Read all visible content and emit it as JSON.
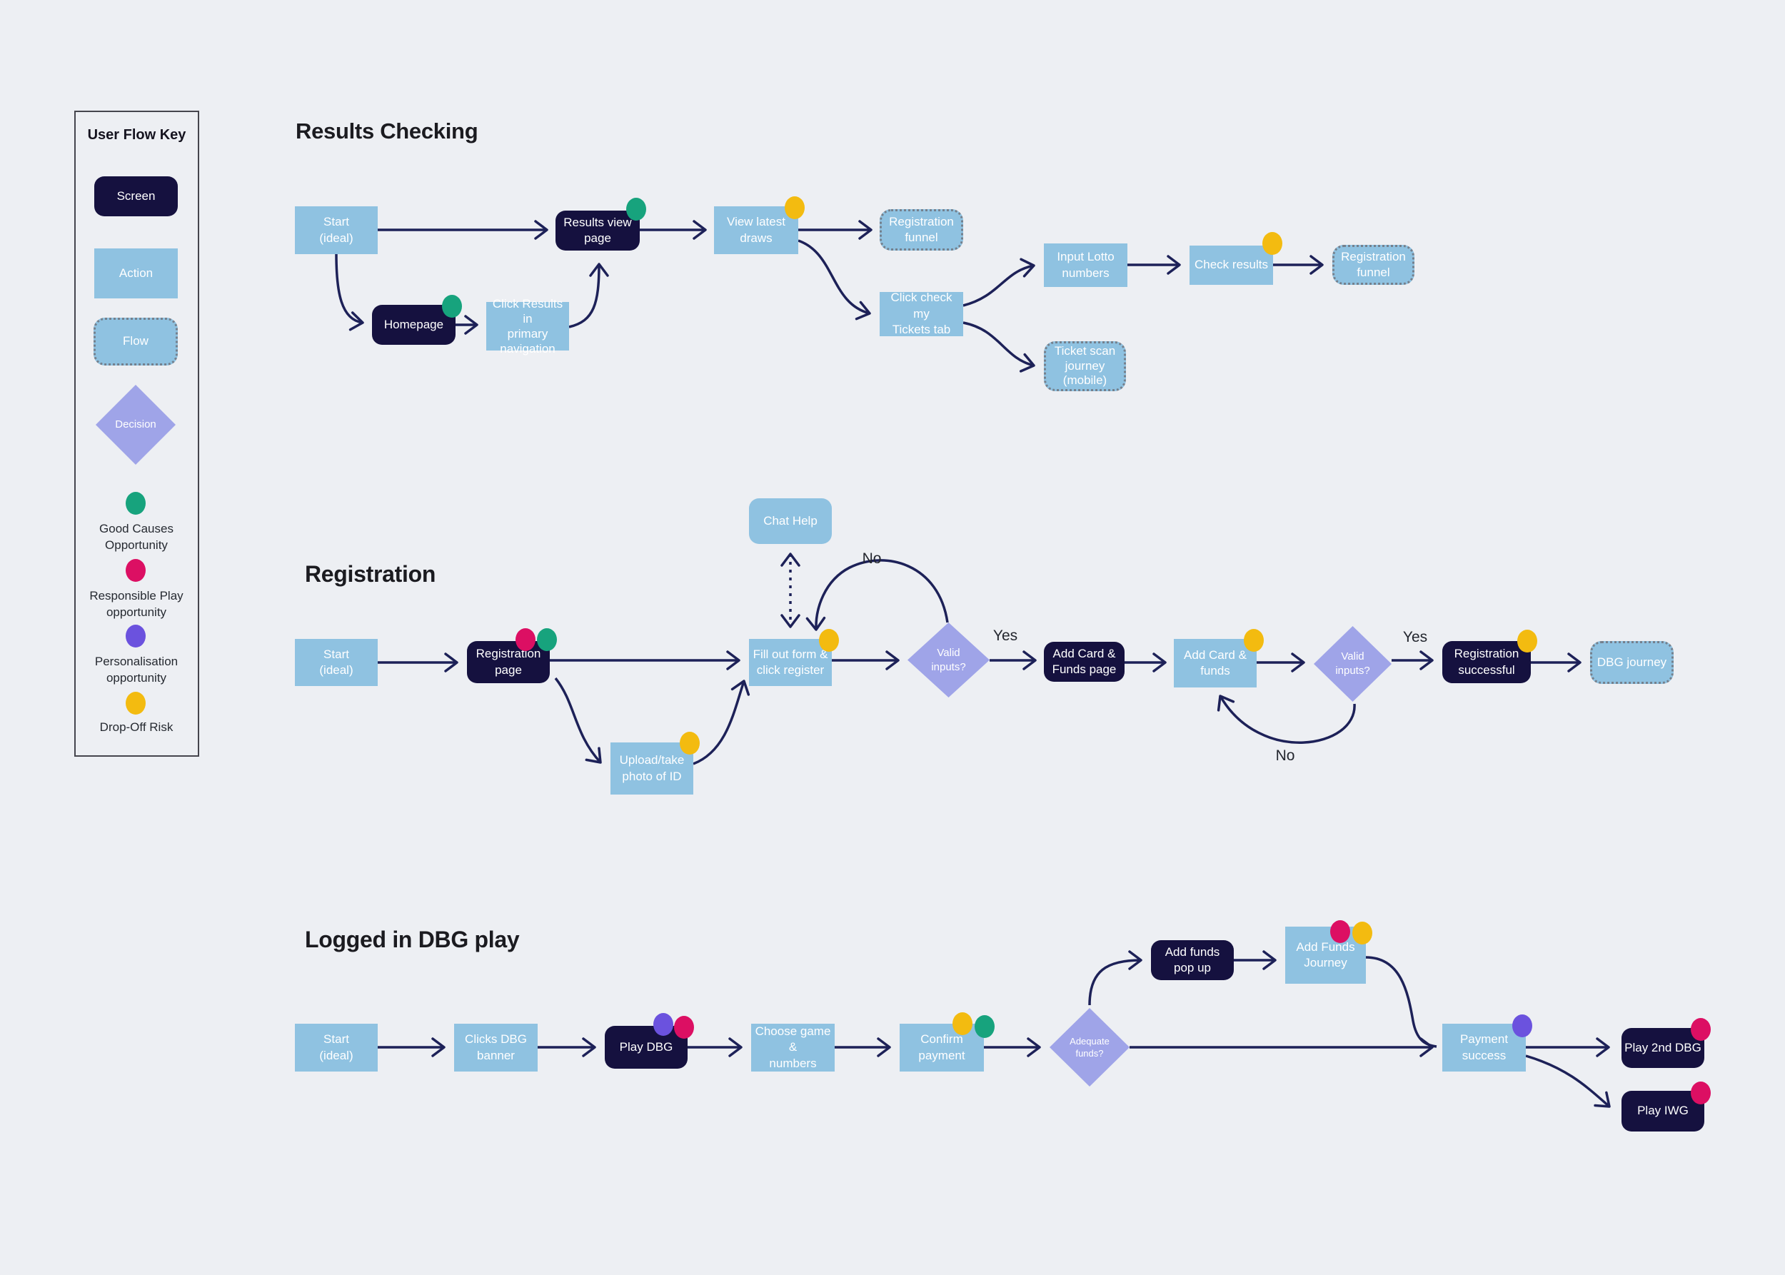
{
  "colors": {
    "background": "#edeff3",
    "screen_fill": "#15113f",
    "action_fill": "#8fc2e1",
    "decision_fill": "#9fa4e8",
    "connector": "#1d2158",
    "good_causes_dot": "#17a37d",
    "responsible_play_dot": "#dc0f63",
    "personalisation_dot": "#6b52de",
    "drop_off_dot": "#f3bb10"
  },
  "legend": {
    "title": "User Flow Key",
    "shapes": {
      "screen": "Screen",
      "action": "Action",
      "flow": "Flow",
      "decision": "Decision"
    },
    "dots": [
      {
        "id": "good-causes",
        "label": "Good Causes\nOpportunity"
      },
      {
        "id": "responsible-play",
        "label": "Responsible Play\nopportunity"
      },
      {
        "id": "personalisation",
        "label": "Personalisation\nopportunity"
      },
      {
        "id": "drop-off",
        "label": "Drop-Off Risk"
      }
    ]
  },
  "flows": {
    "results_checking": {
      "title": "Results Checking",
      "nodes": {
        "start": "Start\n(ideal)",
        "results_view": "Results view\npage",
        "view_latest": "View latest\ndraws",
        "registration_funnel_top": "Registration\nfunnel",
        "homepage": "Homepage",
        "click_results_nav": "Click Results in\nprimary\nnavigation",
        "click_check_tickets": "Click check my\nTickets tab",
        "input_lotto": "Input Lotto\nnumbers",
        "check_results": "Check results",
        "registration_funnel_right": "Registration\nfunnel",
        "ticket_scan": "Ticket scan\njourney\n(mobile)"
      }
    },
    "registration": {
      "title": "Registration",
      "nodes": {
        "start": "Start\n(ideal)",
        "registration_page": "Registration\npage",
        "chat_help": "Chat Help",
        "fill_form": "Fill out form &\nclick register",
        "upload_id": "Upload/take\nphoto of ID",
        "valid_inputs_1": "Valid\ninputs?",
        "add_card_page": "Add Card &\nFunds page",
        "add_card_funds": "Add Card &\nfunds",
        "valid_inputs_2": "Valid\ninputs?",
        "registration_successful": "Registration\nsuccessful",
        "dbg_journey": "DBG journey"
      },
      "edge_labels": {
        "no_top": "No",
        "yes_first": "Yes",
        "no_bottom": "No",
        "yes_second": "Yes"
      }
    },
    "dbg_play": {
      "title": "Logged in DBG play",
      "nodes": {
        "start": "Start\n(ideal)",
        "clicks_banner": "Clicks DBG\nbanner",
        "play_dbg": "Play DBG",
        "choose_game": "Choose game &\nnumbers",
        "confirm_payment": "Confirm\npayment",
        "adequate_funds": "Adequate\nfunds?",
        "add_funds_popup": "Add funds\npop up",
        "add_funds_journey": "Add Funds\nJourney",
        "payment_success": "Payment\nsuccess",
        "play_2nd_dbg": "Play 2nd DBG",
        "play_iwg": "Play IWG"
      }
    }
  }
}
